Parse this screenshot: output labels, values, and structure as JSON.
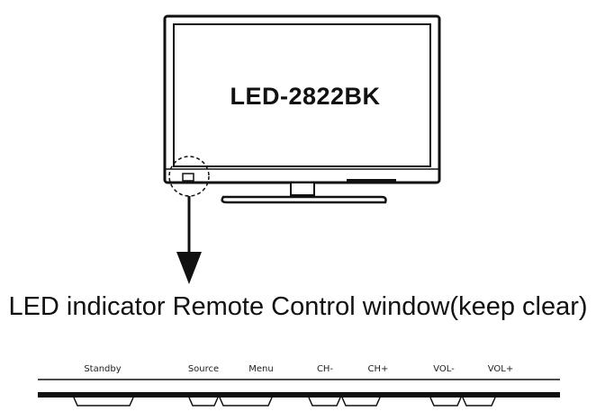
{
  "tv": {
    "model": "LED-2822BK"
  },
  "caption": "LED indicator Remote Control window(keep clear)",
  "buttons": [
    {
      "label": "Standby"
    },
    {
      "label": "Source"
    },
    {
      "label": "Menu"
    },
    {
      "label": "CH-"
    },
    {
      "label": "CH+"
    },
    {
      "label": "VOL-"
    },
    {
      "label": "VOL+"
    }
  ],
  "colors": {
    "ink": "#111111",
    "background": "#ffffff"
  }
}
